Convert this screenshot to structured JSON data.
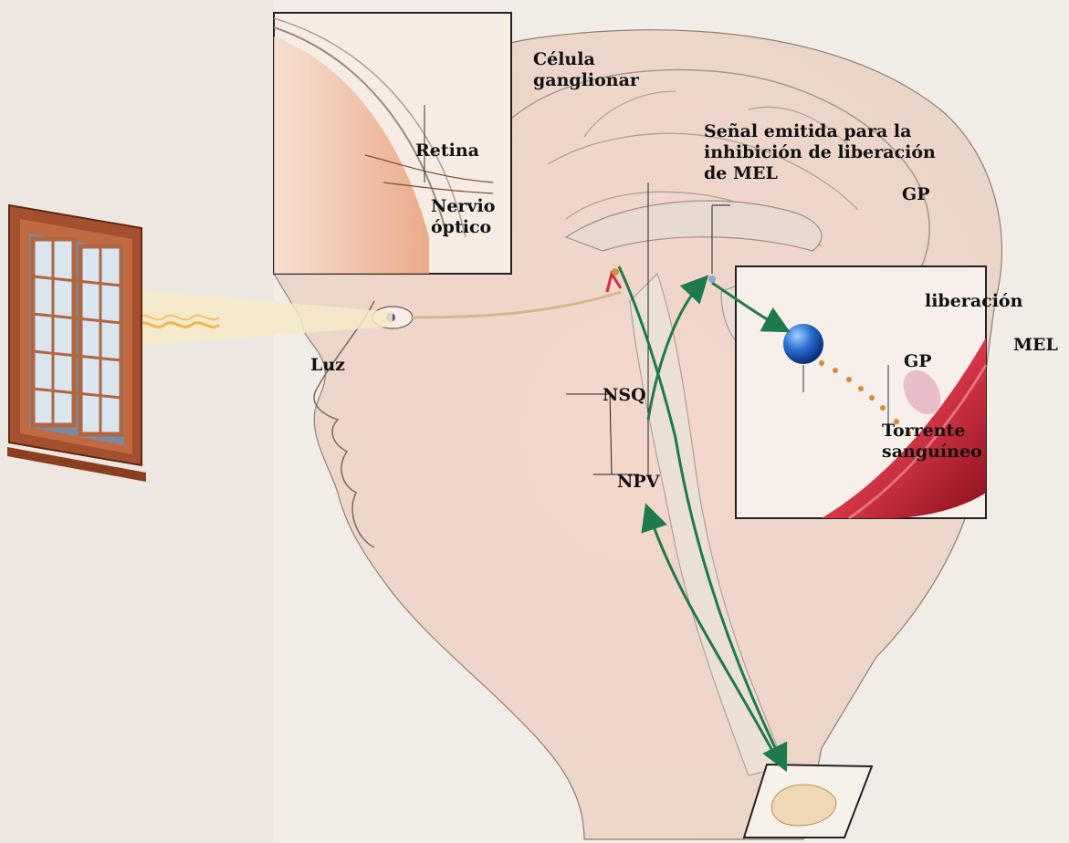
{
  "labels": {
    "celula": "Célula\nganglionar",
    "senal": "Señal emitida para la\ninhibición de liberación\nde MEL",
    "retina": "Retina",
    "nervio": "Nervio\nóptico",
    "gp_top": "GP",
    "liberacion": "liberación",
    "mel": "MEL",
    "luz": "Luz",
    "nsq": "NSQ",
    "gp_inset": "GP",
    "torrente": "Torrente\nsanguíneo",
    "npv": "NPV"
  }
}
